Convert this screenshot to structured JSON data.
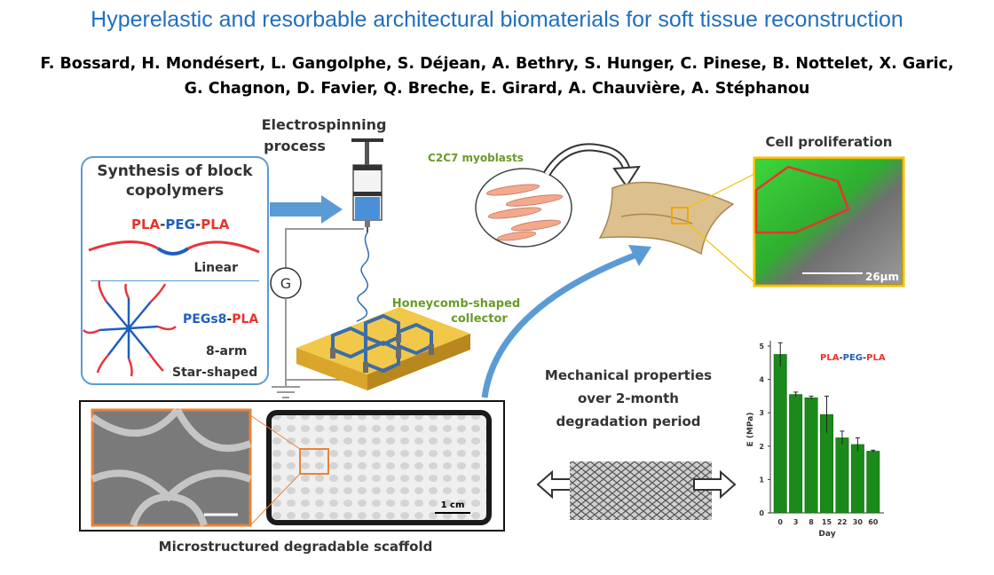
{
  "title": "Hyperelastic and resorbable architectural biomaterials for soft tissue reconstruction",
  "authors": {
    "line1": "F. Bossard, H. Mondésert, L. Gangolphe, S. Déjean, A. Bethry, S. Hunger, C. Pinese, B. Nottelet, X. Garic,",
    "line2": "G. Chagnon, D. Favier, Q. Breche, E. Girard, A. Chauvière, A. Stéphanou"
  },
  "synthesis": {
    "title_line1": "Synthesis of block",
    "title_line2": "copolymers",
    "linear_formula": {
      "a": "PLA",
      "sep1": "-",
      "b": "PEG",
      "sep2": "-",
      "c": "PLA"
    },
    "linear_label": "Linear",
    "star_formula": {
      "a": "PEGs8",
      "sep": "-",
      "b": "PLA"
    },
    "star_label_line1": "8-arm",
    "star_label_line2": "Star-shaped"
  },
  "electrospinning": {
    "label_line1": "Electrospinning",
    "label_line2": "process",
    "generator": "G",
    "collector_line1": "Honeycomb-shaped",
    "collector_line2": "collector"
  },
  "cells": {
    "myoblasts": "C2C7 myoblasts",
    "proliferation": "Cell proliferation",
    "scalebar": "26µm"
  },
  "scaffold": {
    "caption": "Microstructured degradable scaffold",
    "scalebar": "1 cm"
  },
  "mechanics": {
    "line1": "Mechanical properties",
    "line2": "over 2-month",
    "line3": "degradation period"
  },
  "colors": {
    "title_blue": "#1f6fc0",
    "pla_red": "#e8342c",
    "peg_blue": "#1f5fbf",
    "green_label": "#6a9a2a",
    "bar_green": "#1a8a1a",
    "arrow_blue": "#5b9bd5"
  },
  "chart_data": {
    "type": "bar",
    "legend": {
      "a": "PLA",
      "sep1": "-",
      "b": "PEG",
      "sep2": "-",
      "c": "PLA"
    },
    "categories": [
      "0",
      "3",
      "8",
      "15",
      "22",
      "30",
      "60"
    ],
    "values": [
      4.75,
      3.55,
      3.45,
      2.95,
      2.25,
      2.05,
      1.85
    ],
    "errors": [
      0.35,
      0.07,
      0.05,
      0.55,
      0.2,
      0.2,
      0.03
    ],
    "yticks": [
      "0",
      "1",
      "2",
      "3",
      "4",
      "5"
    ],
    "xlabel": "Day",
    "ylabel": "E (MPa)",
    "ylim": [
      0,
      5
    ]
  }
}
